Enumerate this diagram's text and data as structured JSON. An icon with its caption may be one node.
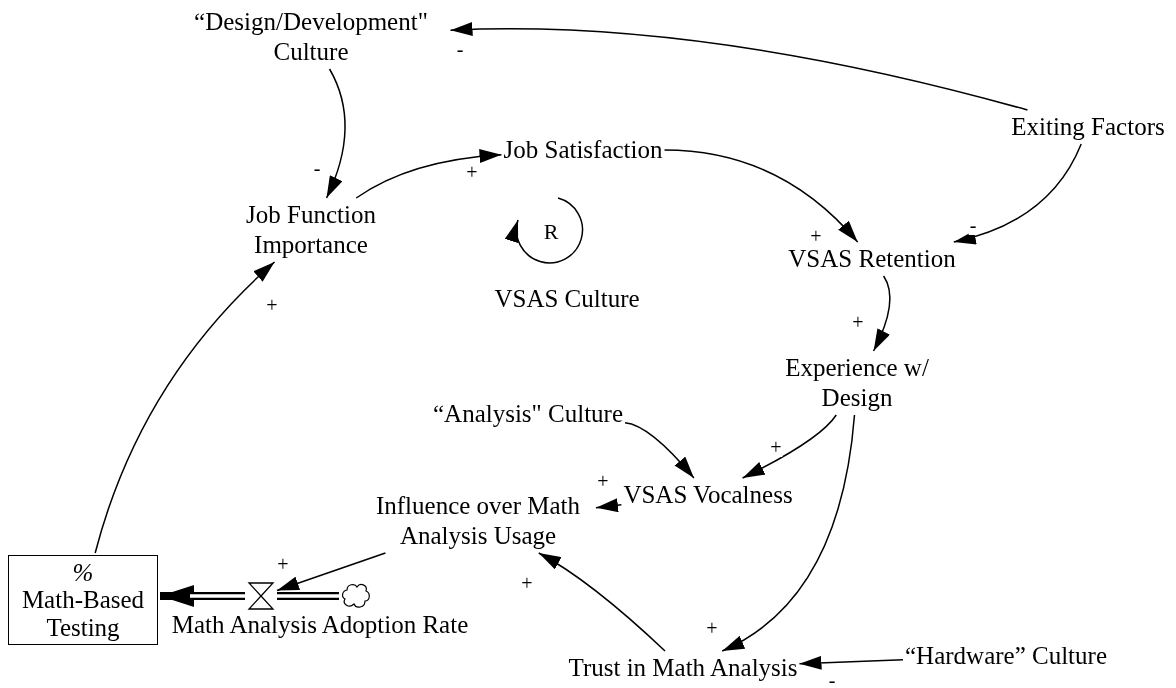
{
  "diagram": {
    "nodes": [
      {
        "text": [
          "“Design/Development\" Culture"
        ]
      },
      {
        "text": [
          "Job Satisfaction"
        ]
      },
      {
        "text": [
          "Exiting Factors"
        ]
      },
      {
        "text": [
          "Job Function Importance"
        ]
      },
      {
        "text": [
          "VSAS Retention"
        ]
      },
      {
        "text": [
          "Experience w/ Design"
        ]
      },
      {
        "text": [
          "“Analysis\" Culture"
        ]
      },
      {
        "text": [
          "VSAS Vocalness"
        ]
      },
      {
        "text": [
          "Influence over Math Analysis Usage"
        ]
      },
      {
        "text": [
          "%",
          "Math-Based Testing"
        ]
      },
      {
        "text": [
          "Math Analysis Adoption Rate"
        ]
      },
      {
        "text": [],
        "shape": "cloud"
      },
      {
        "text": [
          "Trust in Math Analysis"
        ]
      },
      {
        "text": [
          "“Hardware” Culture"
        ]
      }
    ],
    "edges": [
      {
        "from": 2,
        "to": 0,
        "arrow": "to",
        "label": "-"
      },
      {
        "from": 0,
        "to": 3,
        "arrow": "to",
        "label": "-"
      },
      {
        "from": 3,
        "to": 1,
        "arrow": "to",
        "label": "+"
      },
      {
        "from": 1,
        "to": 4,
        "arrow": "to",
        "label": "+"
      },
      {
        "from": 2,
        "to": 4,
        "arrow": "to",
        "label": "-"
      },
      {
        "from": 4,
        "to": 5,
        "arrow": "to",
        "label": "+"
      },
      {
        "from": 5,
        "to": 7,
        "arrow": "to",
        "label": "+"
      },
      {
        "from": 6,
        "to": 7,
        "arrow": "to"
      },
      {
        "from": 7,
        "to": 8,
        "arrow": "to",
        "label": "+"
      },
      {
        "from": 5,
        "to": 12,
        "arrow": "to",
        "label": "+"
      },
      {
        "from": 13,
        "to": 12,
        "arrow": "to",
        "label": "-"
      },
      {
        "from": 12,
        "to": 8,
        "arrow": "to",
        "label": "+"
      },
      {
        "from": 8,
        "to": 10,
        "arrow": "to",
        "label": "+"
      },
      {
        "from": 9,
        "to": 3,
        "arrow": "to",
        "label": "+"
      },
      {
        "from": 11,
        "to": 10,
        "arrow": "none",
        "style": "thick"
      },
      {
        "from": 10,
        "to": 9,
        "arrow": "to",
        "style": "thick"
      }
    ],
    "labels": [
      "R",
      "VSAS Culture"
    ]
  }
}
